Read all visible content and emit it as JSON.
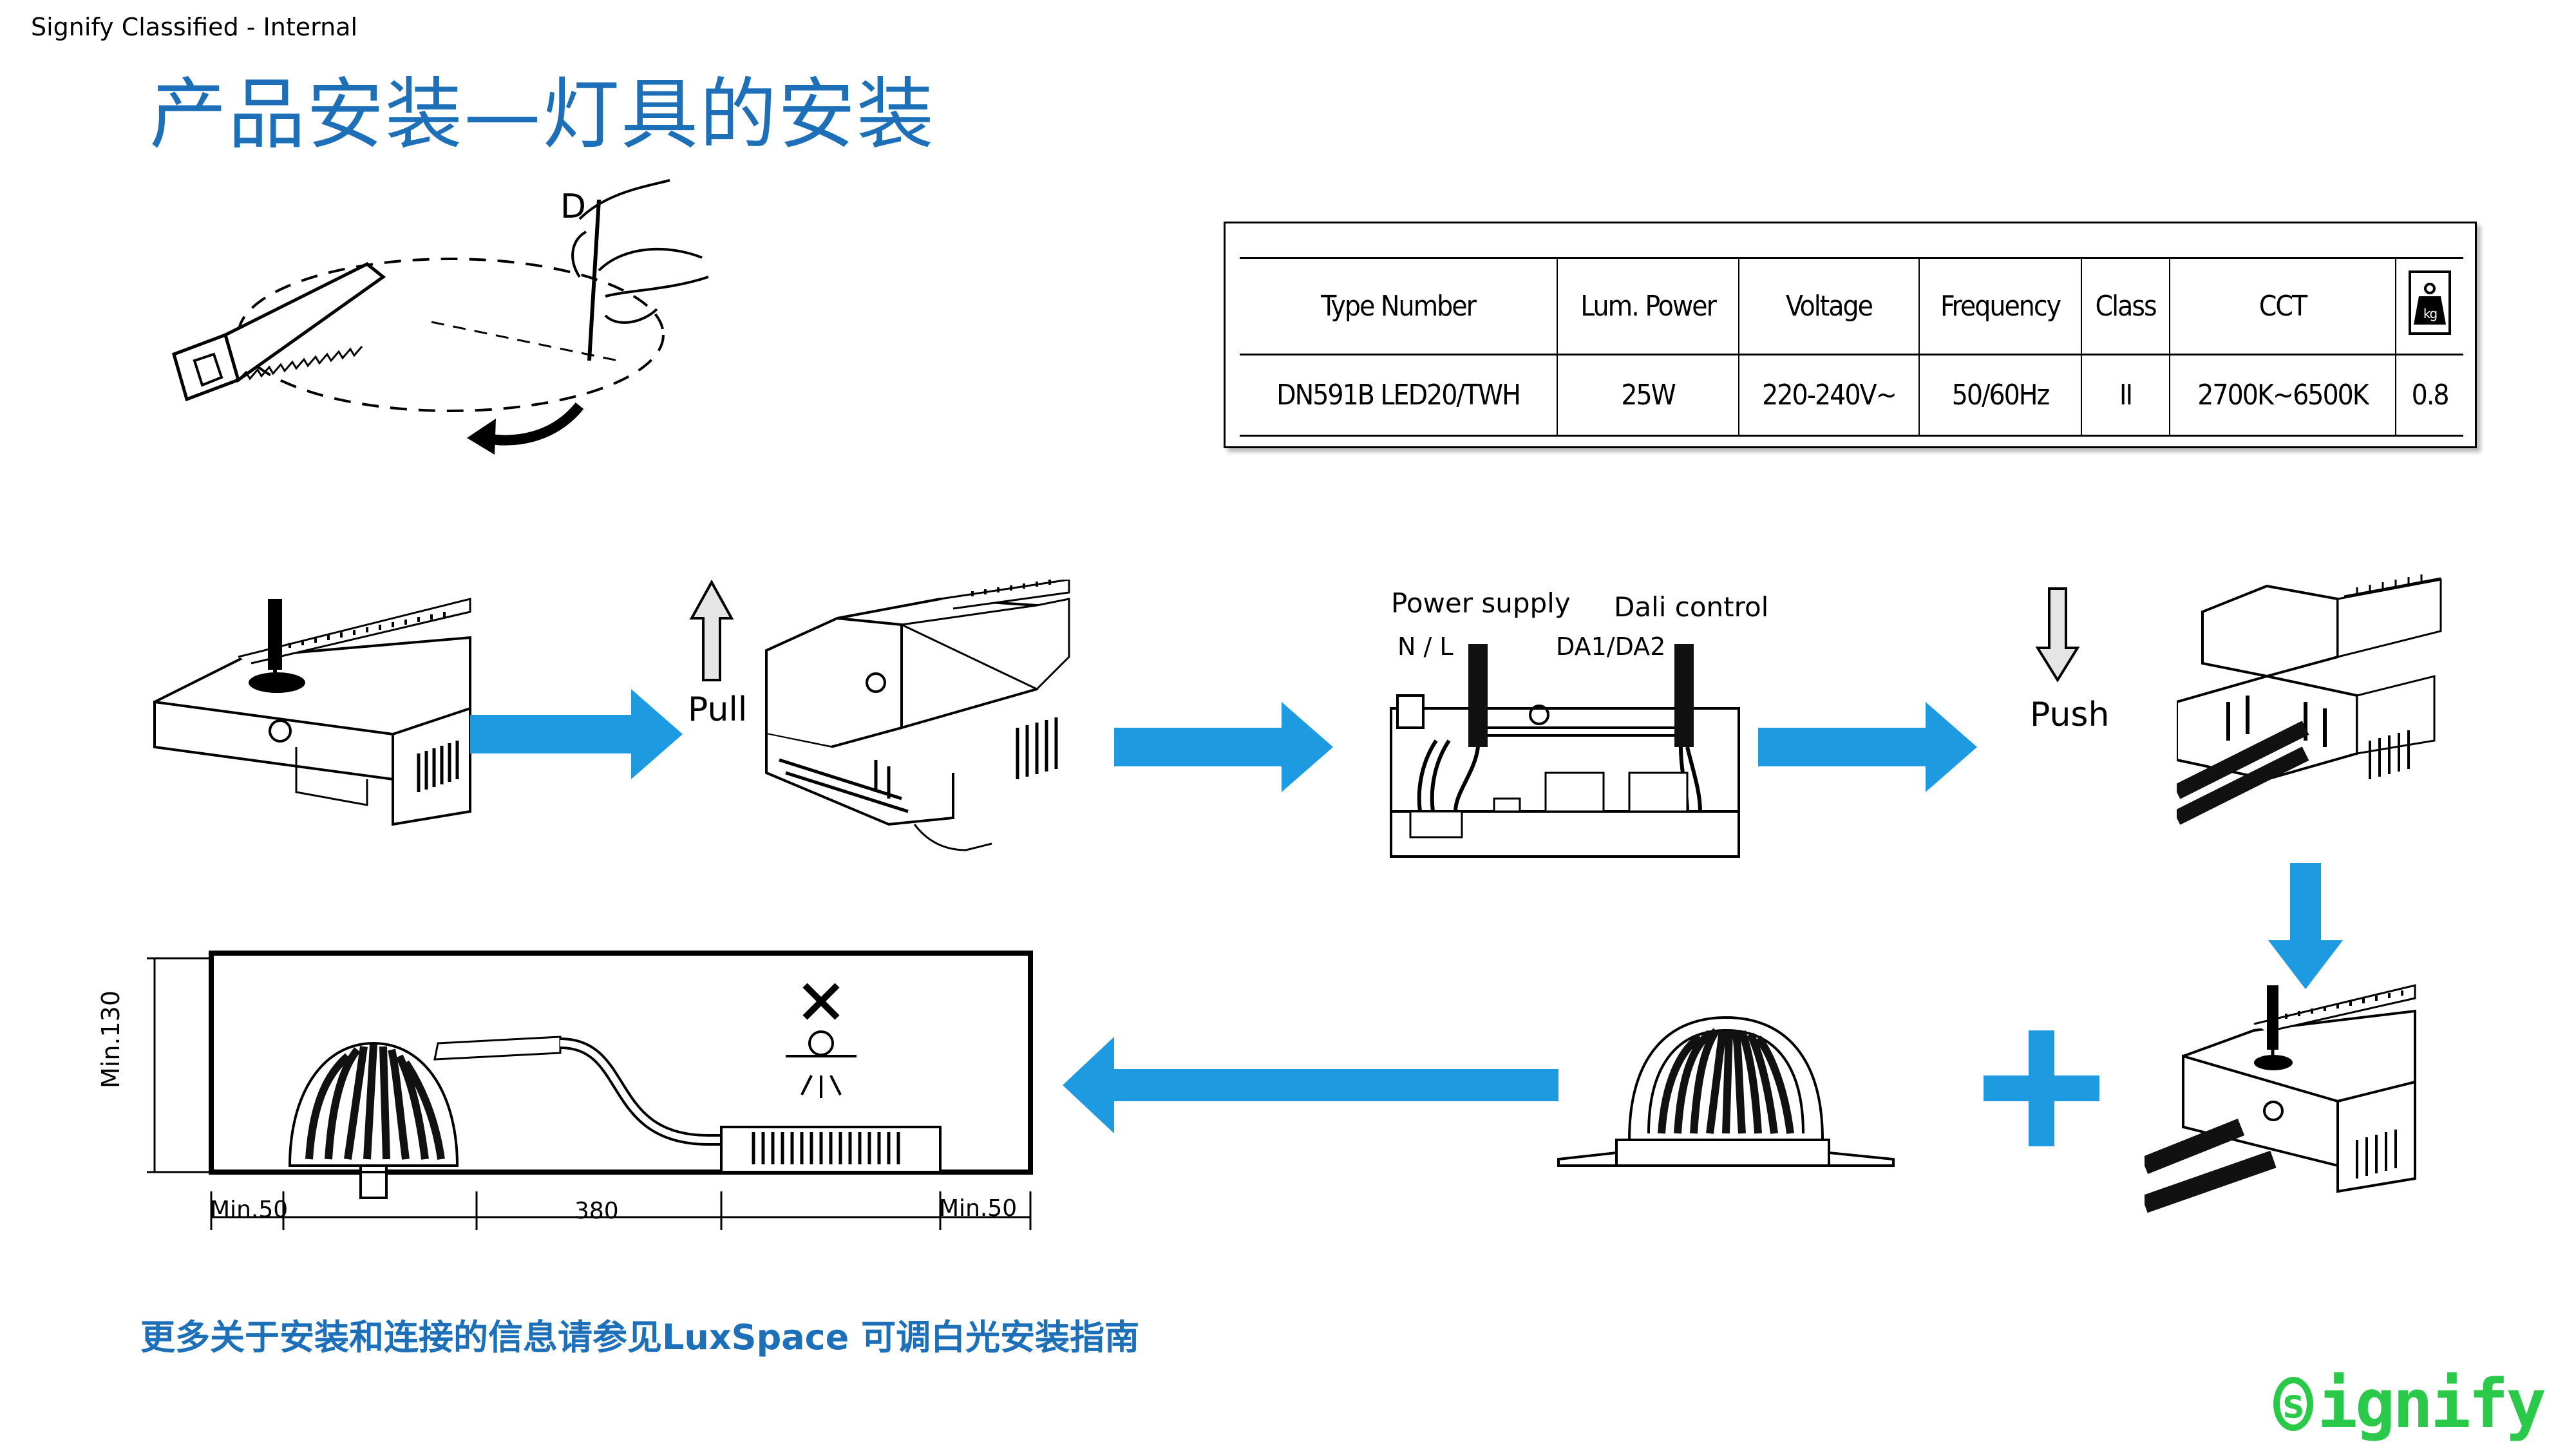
{
  "classification": "Signify Classified - Internal",
  "title": "产品安装—灯具的安装",
  "cutout_letter": "D",
  "spec_table": {
    "headers": [
      "Type Number",
      "Lum. Power",
      "Voltage",
      "Frequency",
      "Class",
      "CCT",
      "kg"
    ],
    "row": [
      "DN591B LED20/TWH",
      "25W",
      "220-240V~",
      "50/60Hz",
      "II",
      "2700K~6500K",
      "0.8"
    ]
  },
  "steps": {
    "pull_label": "Pull",
    "push_label": "Push",
    "power_supply_label": "Power supply",
    "nl_label": "N / L",
    "dali_control_label": "Dali control",
    "da_label": "DA1/DA2"
  },
  "dimensions": {
    "height_label": "Min.130",
    "left_label": "Min.50",
    "middle_label": "380",
    "right_label": "Min.50"
  },
  "footnote": "更多关于安装和连接的信息请参见LuxSpace 可调白光安装指南",
  "logo": {
    "mark": "s",
    "rest": "ignify",
    "color": "#2bc94a"
  },
  "colors": {
    "title_blue": "#1d70b8",
    "arrow_blue": "#1e9be0",
    "plus_blue": "#1e9be0"
  }
}
